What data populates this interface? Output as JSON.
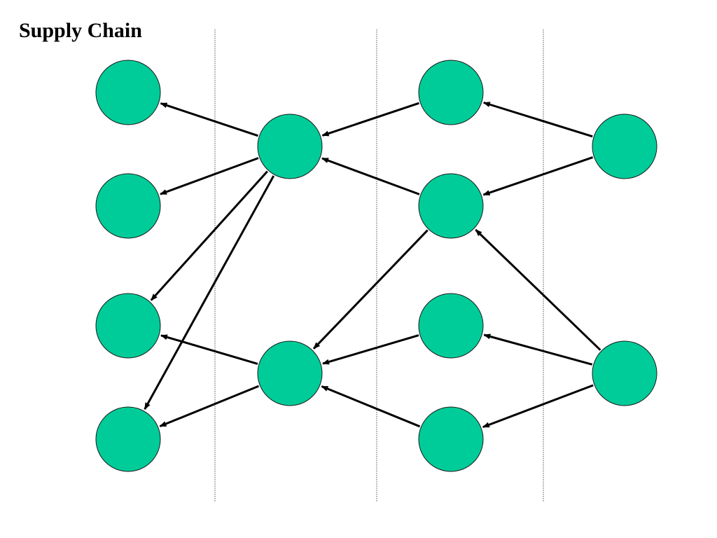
{
  "slide": {
    "title": "Supply Chain"
  },
  "colors": {
    "node_fill": "#00CC99",
    "node_stroke": "#1a1a1a",
    "arrow": "#000000",
    "divider": "#555555"
  },
  "diagram": {
    "nodes": [
      {
        "id": "t1a",
        "tier": 1
      },
      {
        "id": "t1b",
        "tier": 1
      },
      {
        "id": "t1c",
        "tier": 1
      },
      {
        "id": "t1d",
        "tier": 1
      },
      {
        "id": "t2a",
        "tier": 2
      },
      {
        "id": "t2b",
        "tier": 2
      },
      {
        "id": "t3a",
        "tier": 3
      },
      {
        "id": "t3b",
        "tier": 3
      },
      {
        "id": "t3c",
        "tier": 3
      },
      {
        "id": "t3d",
        "tier": 3
      },
      {
        "id": "t4a",
        "tier": 4
      },
      {
        "id": "t4b",
        "tier": 4
      }
    ],
    "edges": [
      {
        "from": "t2a",
        "to": "t1a"
      },
      {
        "from": "t2a",
        "to": "t1b"
      },
      {
        "from": "t2a",
        "to": "t1c"
      },
      {
        "from": "t2a",
        "to": "t1d"
      },
      {
        "from": "t2b",
        "to": "t1c"
      },
      {
        "from": "t2b",
        "to": "t1d"
      },
      {
        "from": "t3a",
        "to": "t2a"
      },
      {
        "from": "t3b",
        "to": "t2a"
      },
      {
        "from": "t3b",
        "to": "t2b"
      },
      {
        "from": "t3c",
        "to": "t2b"
      },
      {
        "from": "t3d",
        "to": "t2b"
      },
      {
        "from": "t4a",
        "to": "t3a"
      },
      {
        "from": "t4a",
        "to": "t3b"
      },
      {
        "from": "t4b",
        "to": "t3b"
      },
      {
        "from": "t4b",
        "to": "t3c"
      },
      {
        "from": "t4b",
        "to": "t3d"
      }
    ]
  }
}
